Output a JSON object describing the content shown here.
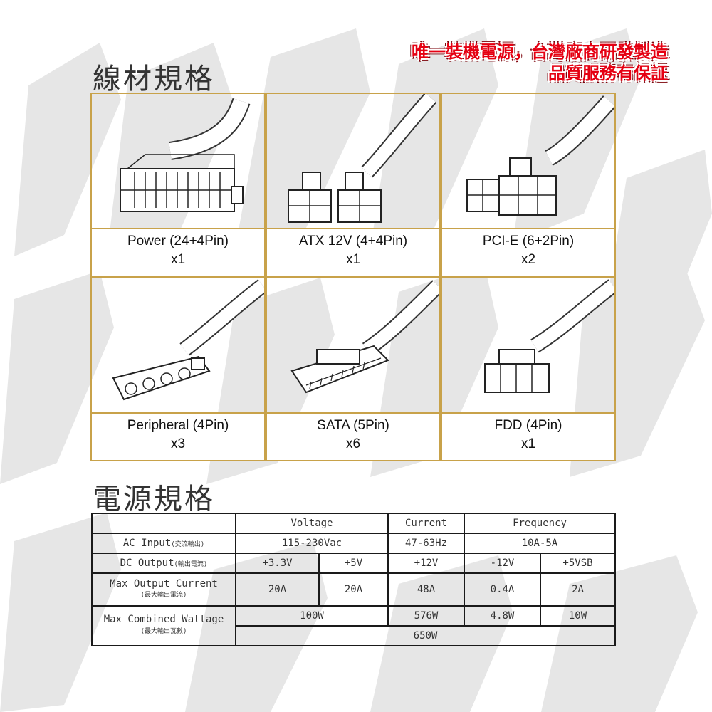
{
  "titles": {
    "cables": "線材規格",
    "power": "電源規格"
  },
  "promo": {
    "line1": "唯一裝機電源，台灣廠商研發製造",
    "line2": "品質服務有保証"
  },
  "cables": [
    {
      "name": "Power (24+4Pin)",
      "qty": "x1"
    },
    {
      "name": "ATX 12V (4+4Pin)",
      "qty": "x1"
    },
    {
      "name": "PCI-E (6+2Pin)",
      "qty": "x2"
    },
    {
      "name": "Peripheral (4Pin)",
      "qty": "x3"
    },
    {
      "name": "SATA (5Pin)",
      "qty": "x6"
    },
    {
      "name": "FDD (4Pin)",
      "qty": "x1"
    }
  ],
  "spec": {
    "headers": {
      "voltage": "Voltage",
      "current": "Current",
      "frequency": "Frequency"
    },
    "ac": {
      "label": "AC Input",
      "sub": "(交流輸出)",
      "voltage": "115-230Vac",
      "current": "47-63Hz",
      "frequency": "10A-5A"
    },
    "dc": {
      "label": "DC Output",
      "sub": "(輸出電流)",
      "values": [
        "+3.3V",
        "+5V",
        "+12V",
        "-12V",
        "+5VSB"
      ]
    },
    "max_current": {
      "label": "Max Output Current",
      "sub": "(最大輸出電流)",
      "values": [
        "20A",
        "20A",
        "48A",
        "0.4A",
        "2A"
      ]
    },
    "max_watt": {
      "label": "Max Combined Wattage",
      "sub": "(最大輸出瓦數)",
      "v1": "100W",
      "v2": "576W",
      "v3": "4.8W",
      "v4": "10W",
      "total": "650W"
    }
  }
}
